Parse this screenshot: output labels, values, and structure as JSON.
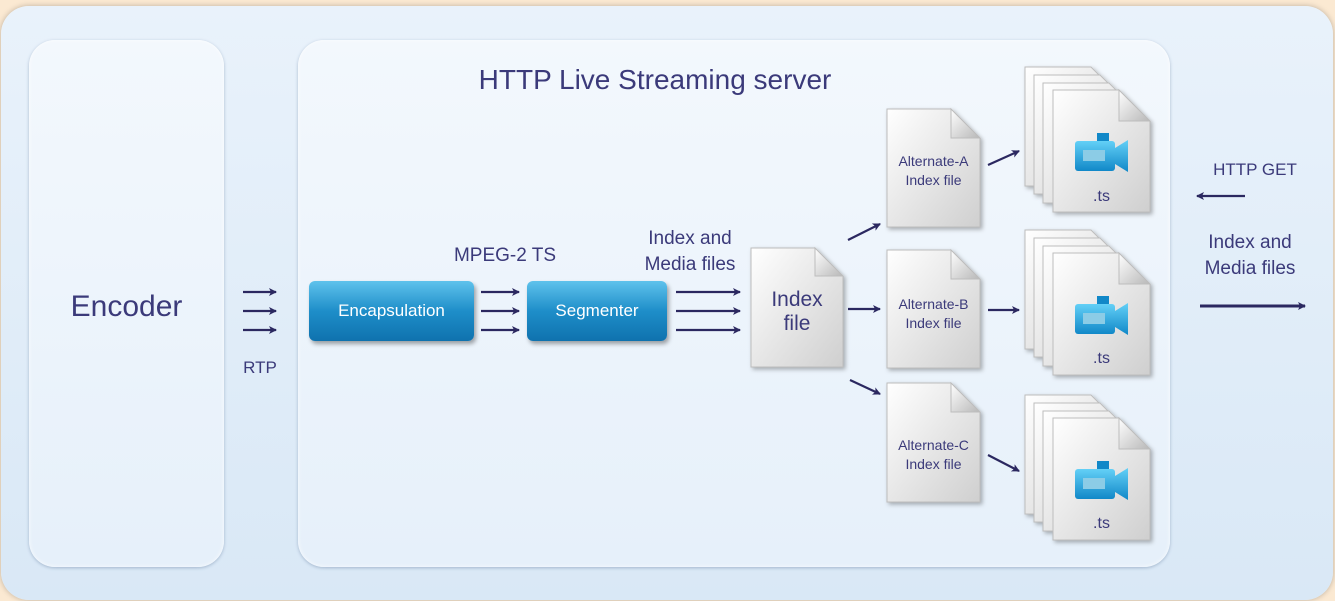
{
  "encoder": {
    "label": "Encoder"
  },
  "server": {
    "title": "HTTP Live Streaming server"
  },
  "rtp_label": "RTP",
  "mpeg_label": "MPEG-2 TS",
  "index_media_label_1": "Index and",
  "index_media_label_2": "Media files",
  "blocks": {
    "encapsulation": "Encapsulation",
    "segmenter": "Segmenter"
  },
  "index_file": {
    "line1": "Index",
    "line2": "file"
  },
  "alternates": [
    {
      "line1": "Alternate-A",
      "line2": "Index file"
    },
    {
      "line1": "Alternate-B",
      "line2": "Index file"
    },
    {
      "line1": "Alternate-C",
      "line2": "Index file"
    }
  ],
  "media": {
    "ts_label": ".ts",
    "icon": "video-camera-icon"
  },
  "client": {
    "http_get": "HTTP GET",
    "out_line1": "Index and",
    "out_line2": "Media files"
  },
  "colors": {
    "text": "#3b3a7a",
    "arrow": "#2b2860",
    "block": "#1e8ec9",
    "background": "#fbe9d2"
  }
}
